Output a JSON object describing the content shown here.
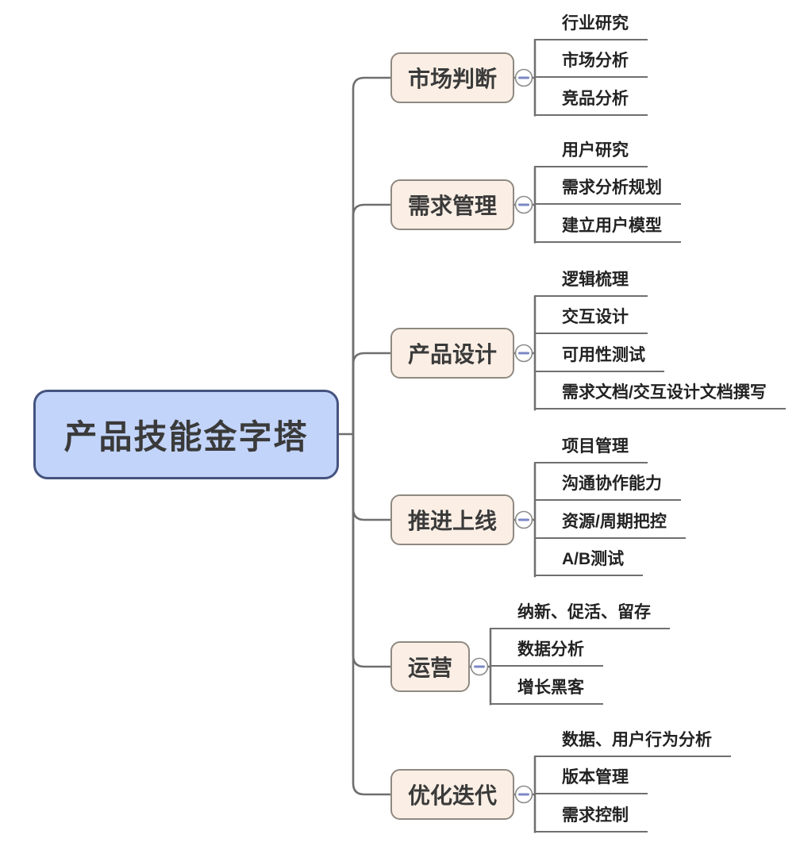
{
  "diagram": {
    "root": {
      "label": "产品技能金字塔"
    },
    "branches": [
      {
        "label": "市场判断",
        "children": [
          "行业研究",
          "市场分析",
          "竞品分析"
        ]
      },
      {
        "label": "需求管理",
        "children": [
          "用户研究",
          "需求分析规划",
          "建立用户模型"
        ]
      },
      {
        "label": "产品设计",
        "children": [
          "逻辑梳理",
          "交互设计",
          "可用性测试",
          "需求文档/交互设计文档撰写"
        ]
      },
      {
        "label": "推进上线",
        "children": [
          "项目管理",
          "沟通协作能力",
          "资源/周期把控",
          "A/B测试"
        ]
      },
      {
        "label": "运营",
        "children": [
          "纳新、促活、留存",
          "数据分析",
          "增长黑客"
        ]
      },
      {
        "label": "优化迭代",
        "children": [
          "数据、用户行为分析",
          "版本管理",
          "需求控制"
        ]
      }
    ],
    "collapse_icon": "minus",
    "colors": {
      "root_fill": "#C3D4FA",
      "root_border": "#44537F",
      "root_text": "#3A3A3A",
      "branch_fill": "#FBEFE5",
      "branch_border": "#8F8981",
      "branch_text": "#3A3A3A",
      "leaf_text": "#222222",
      "line": "#6F6F6F",
      "collapse_circle_fill": "#FFFFFF",
      "collapse_circle_border": "#8A8A8A",
      "collapse_minus": "#7B87C4"
    }
  }
}
